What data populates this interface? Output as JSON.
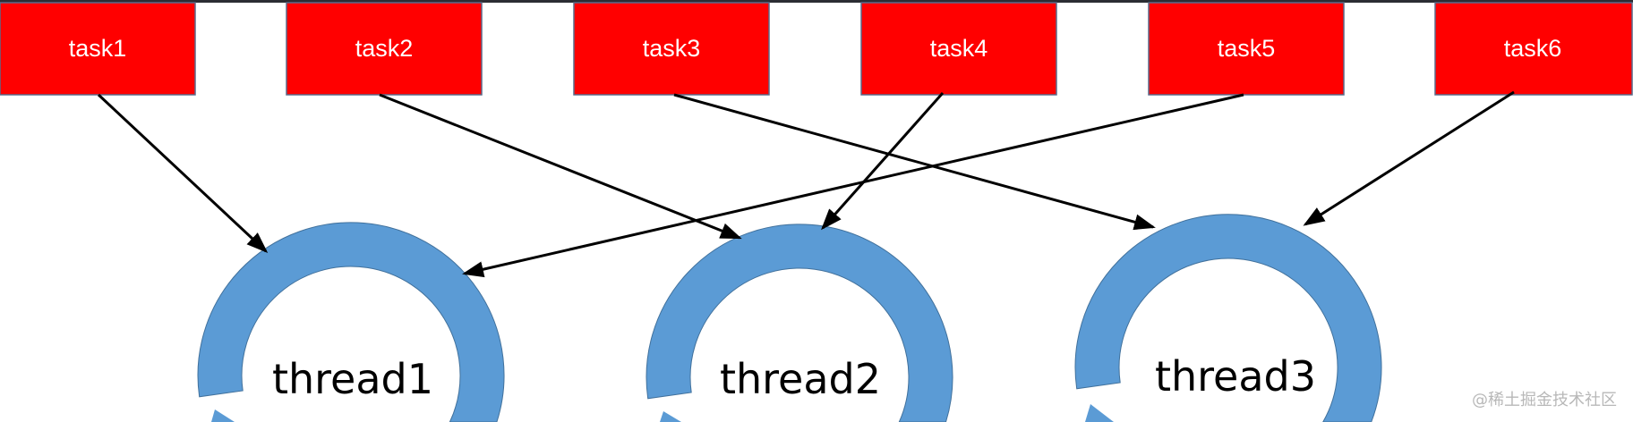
{
  "tasks": [
    {
      "label": "task1",
      "assigned_to": "thread1"
    },
    {
      "label": "task2",
      "assigned_to": "thread2"
    },
    {
      "label": "task3",
      "assigned_to": "thread3"
    },
    {
      "label": "task4",
      "assigned_to": "thread2"
    },
    {
      "label": "task5",
      "assigned_to": "thread1"
    },
    {
      "label": "task6",
      "assigned_to": "thread3"
    }
  ],
  "threads": [
    {
      "label": "thread1"
    },
    {
      "label": "thread2"
    },
    {
      "label": "thread3"
    }
  ],
  "watermark": "@稀土掘金技术社区",
  "colors": {
    "task_fill": "#ff0000",
    "thread_ring": "#5b9bd5",
    "arrow": "#000000"
  }
}
